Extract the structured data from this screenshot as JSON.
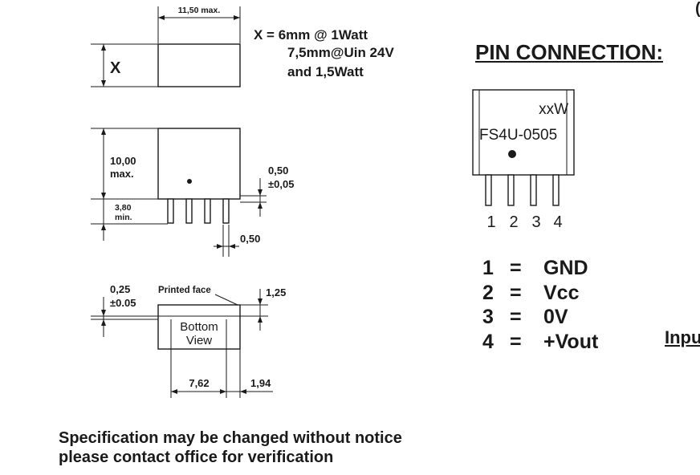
{
  "dimensions": {
    "top_width": "11,50 max.",
    "x_label": "X",
    "x_note": [
      "X = 6mm @ 1Watt",
      "7,5mm@Uin 24V",
      "and 1,5Watt"
    ],
    "height_line1": "10,00",
    "height_line2": "max.",
    "pin_len_line1": "3,80",
    "pin_len_line2": "min.",
    "pin_thick_line1": "0,50",
    "pin_thick_line2": "±0,05",
    "pin_width": "0,50",
    "pcb_tol_line1": "0,25",
    "pcb_tol_line2": "±0.05",
    "printed_face": "Printed face",
    "offset": "1,25",
    "bottom_view_line1": "Bottom",
    "bottom_view_line2": "View",
    "pitch": "7,62",
    "edge": "1,94"
  },
  "pin_connection": {
    "title": "PIN  CONNECTION:",
    "package_power": "xxW",
    "package_model": "FS4U-0505",
    "pin_numbers": [
      "1",
      "2",
      "3",
      "4"
    ],
    "pins": [
      {
        "num": "1",
        "eq": "=",
        "name": "GND"
      },
      {
        "num": "2",
        "eq": "=",
        "name": "Vcc"
      },
      {
        "num": "3",
        "eq": "=",
        "name": "0V"
      },
      {
        "num": "4",
        "eq": "=",
        "name": "+Vout"
      }
    ],
    "cut_text": "Inpu",
    "cut_top": "("
  },
  "footer": {
    "line1": "Specification may be changed without notice",
    "line2": "please contact office for verification"
  }
}
